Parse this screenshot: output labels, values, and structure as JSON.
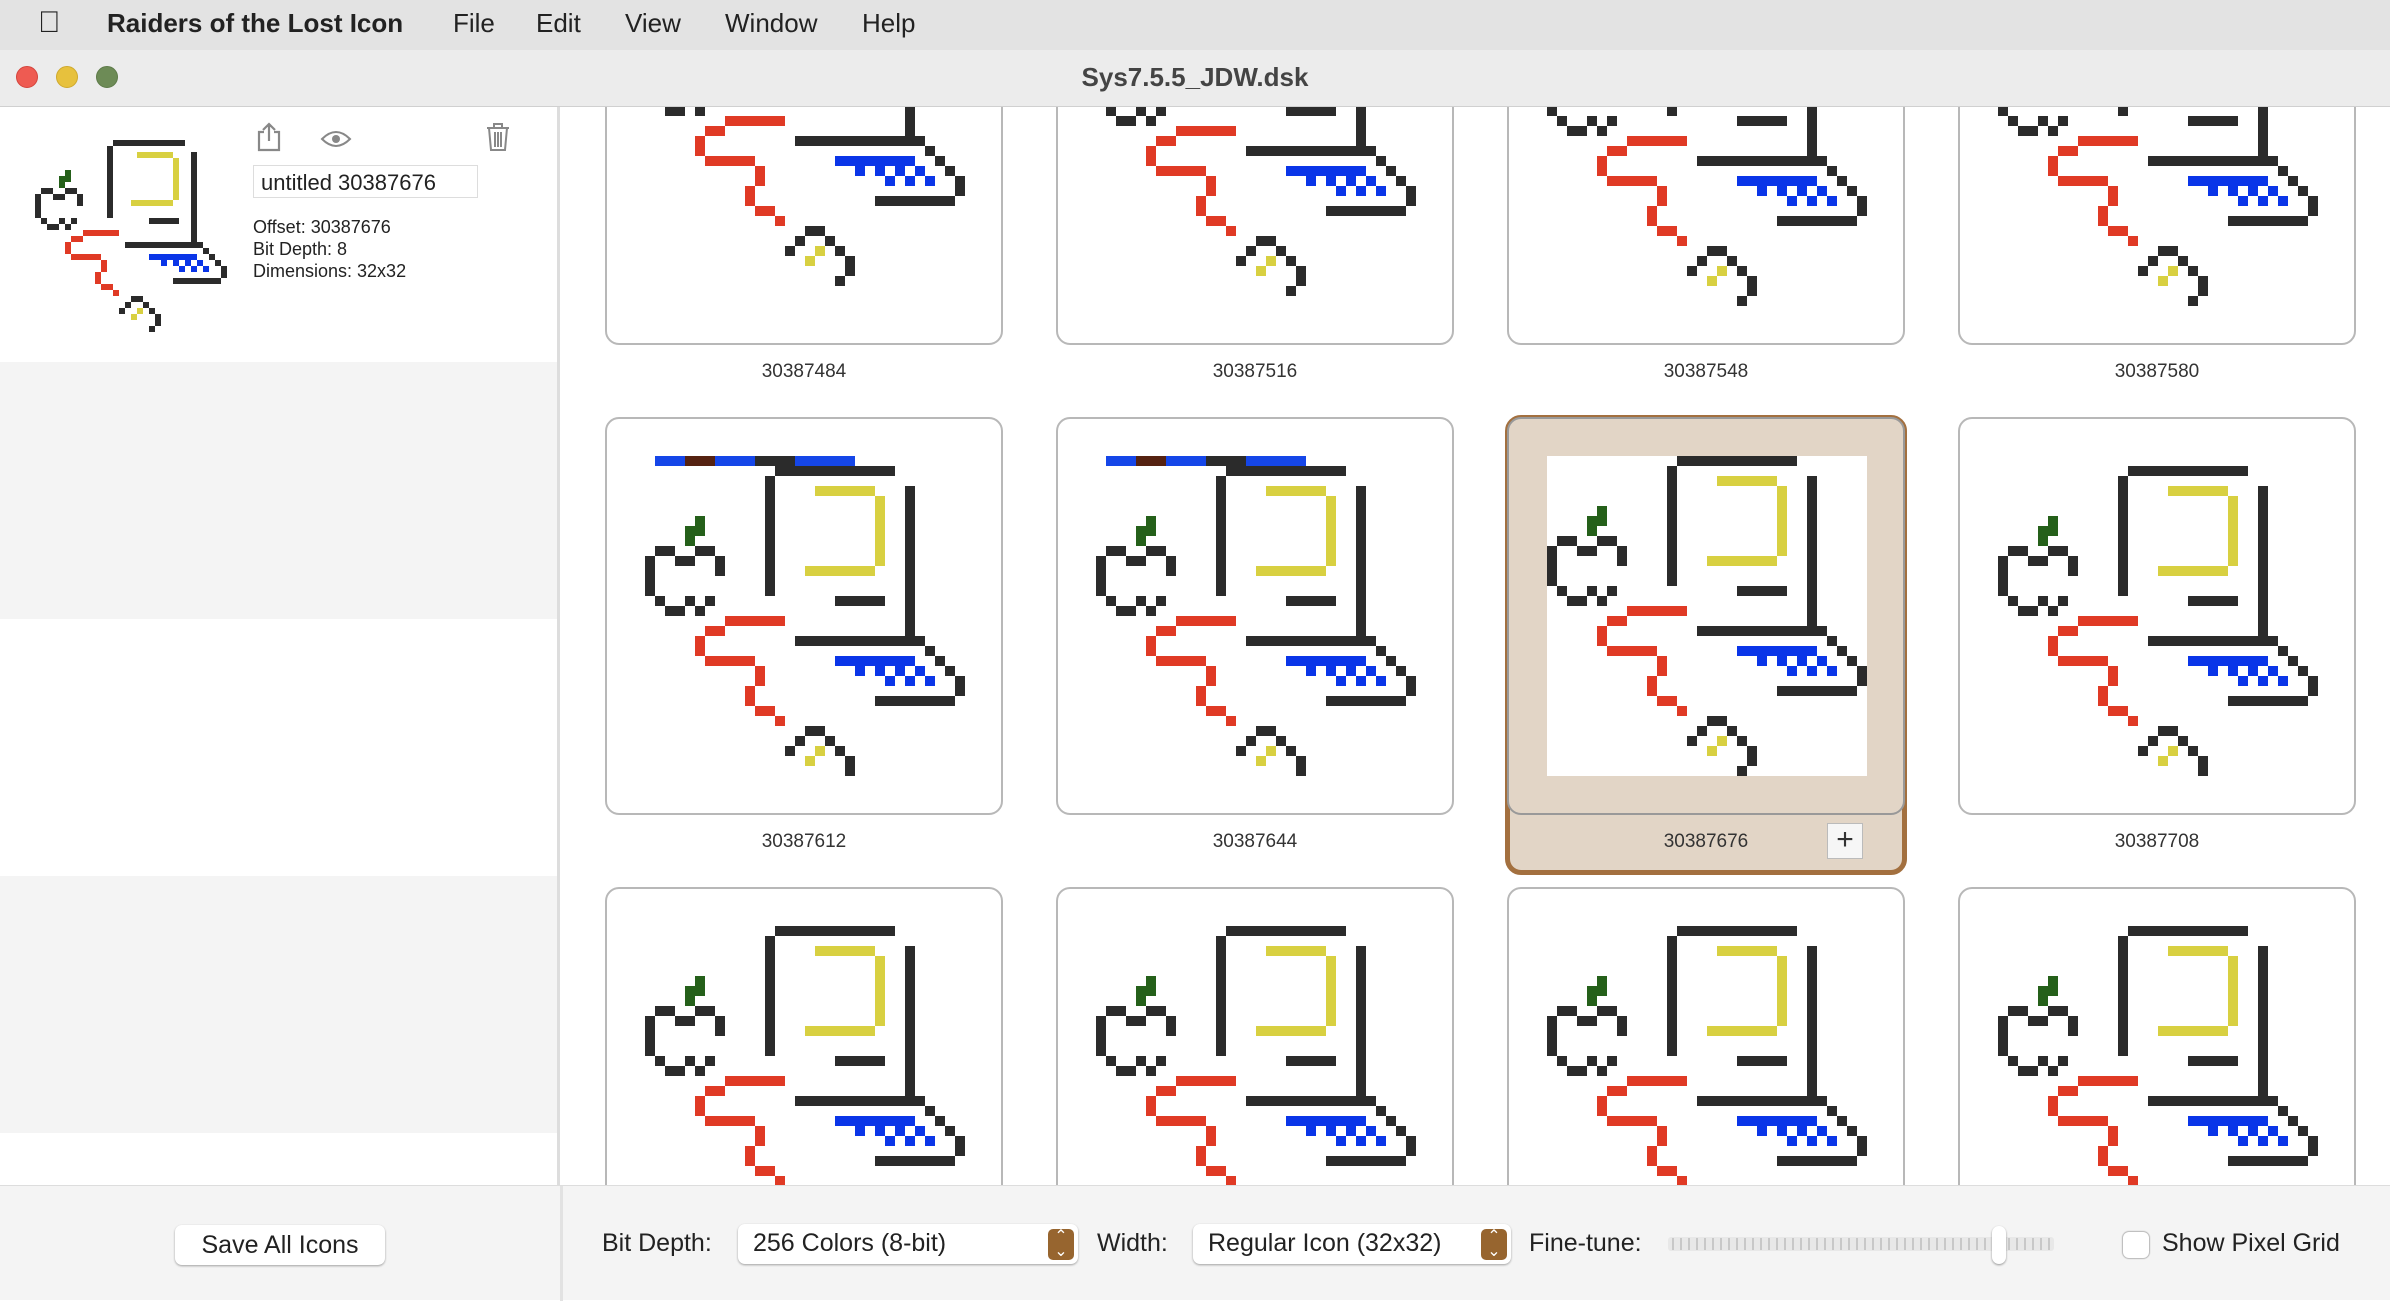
{
  "menubar": {
    "app_name": "Raiders of the Lost Icon",
    "items": [
      "File",
      "Edit",
      "View",
      "Window",
      "Help"
    ]
  },
  "window": {
    "title": "Sys7.5.5_JDW.dsk"
  },
  "sidebar": {
    "name_value": "untitled 30387676",
    "offset": "Offset: 30387676",
    "bit_depth": "Bit Depth: 8",
    "dimensions": "Dimensions: 32x32",
    "save_all_label": "Save All Icons"
  },
  "grid": {
    "labels": [
      "30387484",
      "30387516",
      "30387548",
      "30387580",
      "30387612",
      "30387644",
      "30387676",
      "30387708",
      "",
      "",
      "",
      ""
    ],
    "selected_index": 6
  },
  "bottombar": {
    "bit_depth_label": "Bit Depth:",
    "bit_depth_value": "256 Colors (8-bit)",
    "width_label": "Width:",
    "width_value": "Regular Icon (32x32)",
    "finetune_label": "Fine-tune:",
    "finetune_value": 0.87,
    "pixel_grid_label": "Show Pixel Grid",
    "pixel_grid_checked": false
  },
  "colors": {
    "black": "#2b2b2b",
    "yellow": "#d8d041",
    "red": "#e03a25",
    "blue": "#0a35e8",
    "green": "#25601a",
    "accent": "#a3703f"
  }
}
